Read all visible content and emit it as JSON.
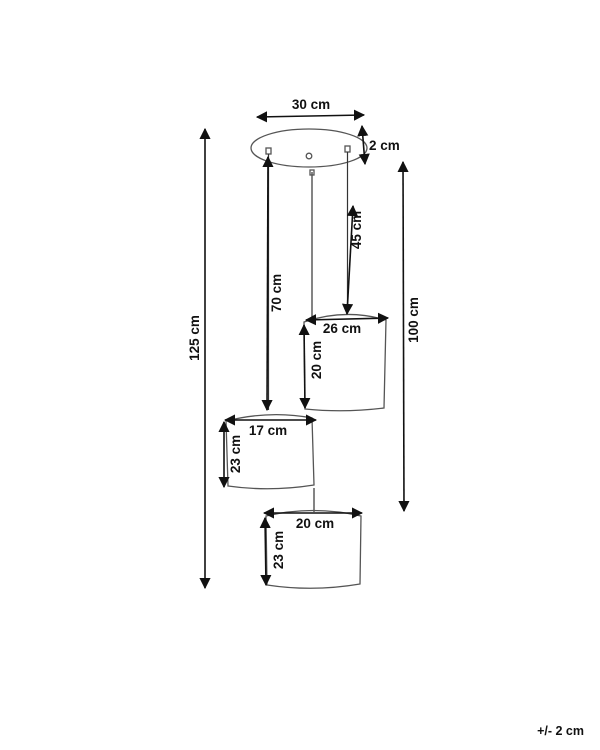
{
  "diagram": {
    "canopy_width_label": "30 cm",
    "canopy_height_label": "2 cm",
    "cord_right_label": "45 cm",
    "cord_left_label": "70 cm",
    "shade_right_width_label": "26 cm",
    "shade_right_height_label": "20 cm",
    "shade_left_width_label": "17 cm",
    "shade_left_height_label": "23 cm",
    "shade_bottom_width_label": "20 cm",
    "shade_bottom_height_label": "23 cm",
    "total_height_label": "125 cm",
    "drop_height_label": "100 cm",
    "tolerance_label": "+/- 2 cm"
  }
}
